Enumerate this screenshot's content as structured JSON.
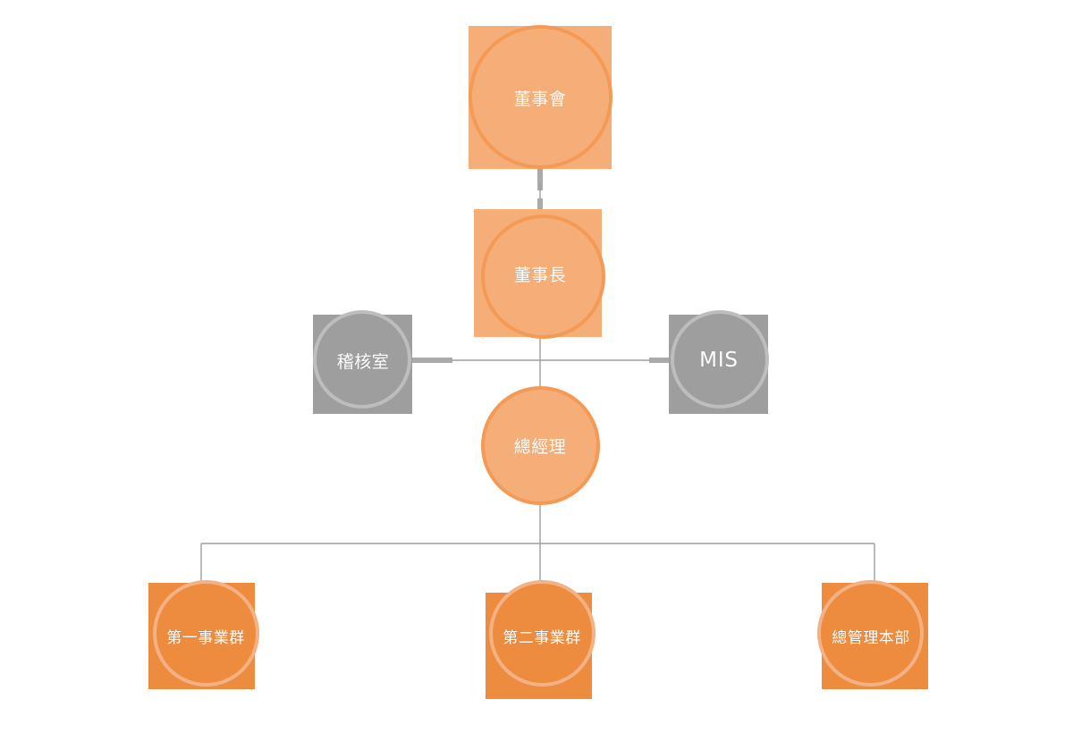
{
  "chart_data": {
    "type": "diagram",
    "diagram_type": "organization-chart",
    "title": "",
    "orientation": "top-down",
    "nodes": [
      {
        "id": "board",
        "label": "董事會",
        "level": 0,
        "style": "light-orange",
        "shape": "square-with-circle",
        "center": [
          604,
          108
        ]
      },
      {
        "id": "chairman",
        "label": "董事長",
        "level": 1,
        "style": "light-orange",
        "shape": "square-with-circle",
        "center": [
          604,
          306
        ]
      },
      {
        "id": "audit",
        "label": "稽核室",
        "level": 2,
        "style": "gray",
        "shape": "square-with-circle",
        "center": [
          406,
          403
        ]
      },
      {
        "id": "mis",
        "label": "MIS",
        "level": 2,
        "style": "gray",
        "shape": "square-with-circle",
        "center": [
          804,
          403
        ]
      },
      {
        "id": "gm",
        "label": "總經理",
        "level": 3,
        "style": "light-orange",
        "shape": "circle",
        "center": [
          604,
          498
        ]
      },
      {
        "id": "bu1",
        "label": "第一事業群",
        "level": 4,
        "style": "dark-orange",
        "shape": "square-with-circle",
        "center": [
          225,
          708
        ]
      },
      {
        "id": "bu2",
        "label": "第二事業群",
        "level": 4,
        "style": "dark-orange",
        "shape": "square-with-circle",
        "center": [
          604,
          708
        ]
      },
      {
        "id": "hq",
        "label": "總管理本部",
        "level": 4,
        "style": "dark-orange",
        "shape": "square-with-circle",
        "center": [
          977,
          708
        ]
      }
    ],
    "edges": [
      {
        "from": "board",
        "to": "chairman",
        "kind": "vertical"
      },
      {
        "from": "chairman",
        "to": "gm",
        "kind": "vertical"
      },
      {
        "from": "audit",
        "to": "gm",
        "kind": "horizontal-staff"
      },
      {
        "from": "mis",
        "to": "gm",
        "kind": "horizontal-staff"
      },
      {
        "from": "gm",
        "to": "bu1",
        "kind": "elbow"
      },
      {
        "from": "gm",
        "to": "bu2",
        "kind": "vertical"
      },
      {
        "from": "gm",
        "to": "hq",
        "kind": "elbow"
      }
    ]
  },
  "colors": {
    "background": "#ffffff",
    "light_orange_fill": "#F5AE78",
    "light_orange_stroke": "#F49A55",
    "dark_orange_fill": "#ED8B3F",
    "dark_orange_stroke": "#F3B184",
    "gray_fill": "#9E9E9E",
    "gray_stroke": "#BDBDBD",
    "connector_thin": "#9E9E9E",
    "connector_thick": "#AAAAAA",
    "label_text": "#ffffff"
  },
  "nodes": {
    "board": {
      "label": "董事會"
    },
    "chairman": {
      "label": "董事長"
    },
    "audit": {
      "label": "稽核室"
    },
    "mis": {
      "label": "MIS"
    },
    "gm": {
      "label": "總經理"
    },
    "bu1": {
      "label": "第一事業群"
    },
    "bu2": {
      "label": "第二事業群"
    },
    "hq": {
      "label": "總管理本部"
    }
  }
}
